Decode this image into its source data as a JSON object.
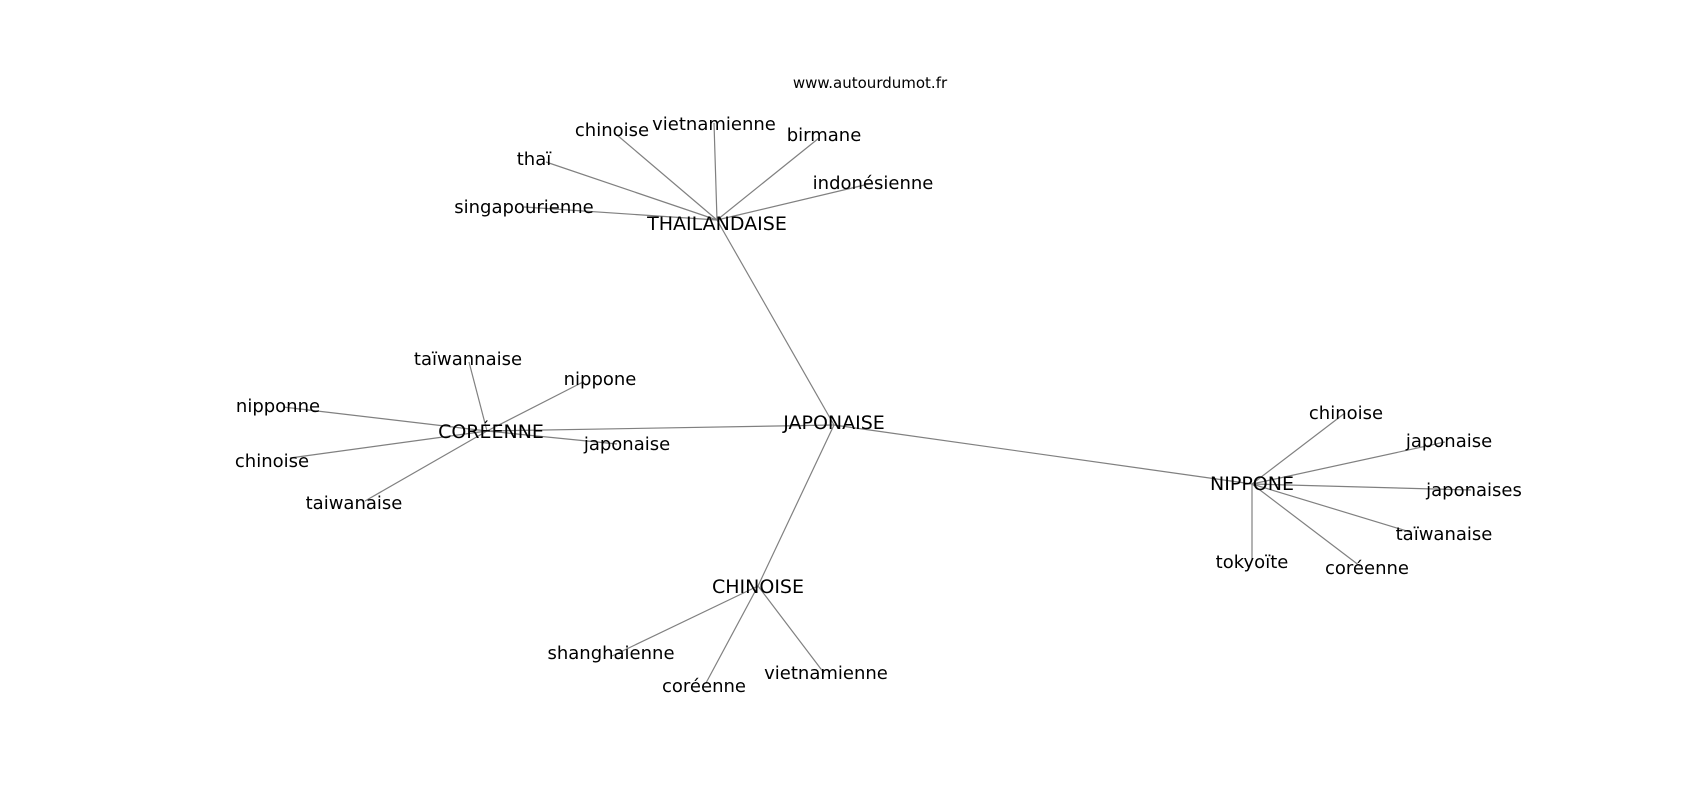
{
  "header": {
    "site": "www.autourdumot.fr"
  },
  "graph": {
    "center": {
      "id": "japonaise",
      "label": "JAPONAISE"
    },
    "hubs": [
      {
        "id": "thailandaise",
        "label": "THAILANDAISE",
        "leaves": [
          "chinoise",
          "vietnamienne",
          "birmane",
          "thaï",
          "indonésienne",
          "singapourienne"
        ]
      },
      {
        "id": "coreenne",
        "label": "CORÉENNE",
        "leaves": [
          "taïwannaise",
          "nippone",
          "nipponne",
          "japonaise",
          "chinoise",
          "taiwanaise"
        ]
      },
      {
        "id": "nippone",
        "label": "NIPPONE",
        "leaves": [
          "chinoise",
          "japonaise",
          "japonaises",
          "taïwanaise",
          "tokyoïte",
          "coréenne"
        ]
      },
      {
        "id": "chinoise",
        "label": "CHINOISE",
        "leaves": [
          "shanghaienne",
          "vietnamienne",
          "coréenne"
        ]
      }
    ]
  }
}
